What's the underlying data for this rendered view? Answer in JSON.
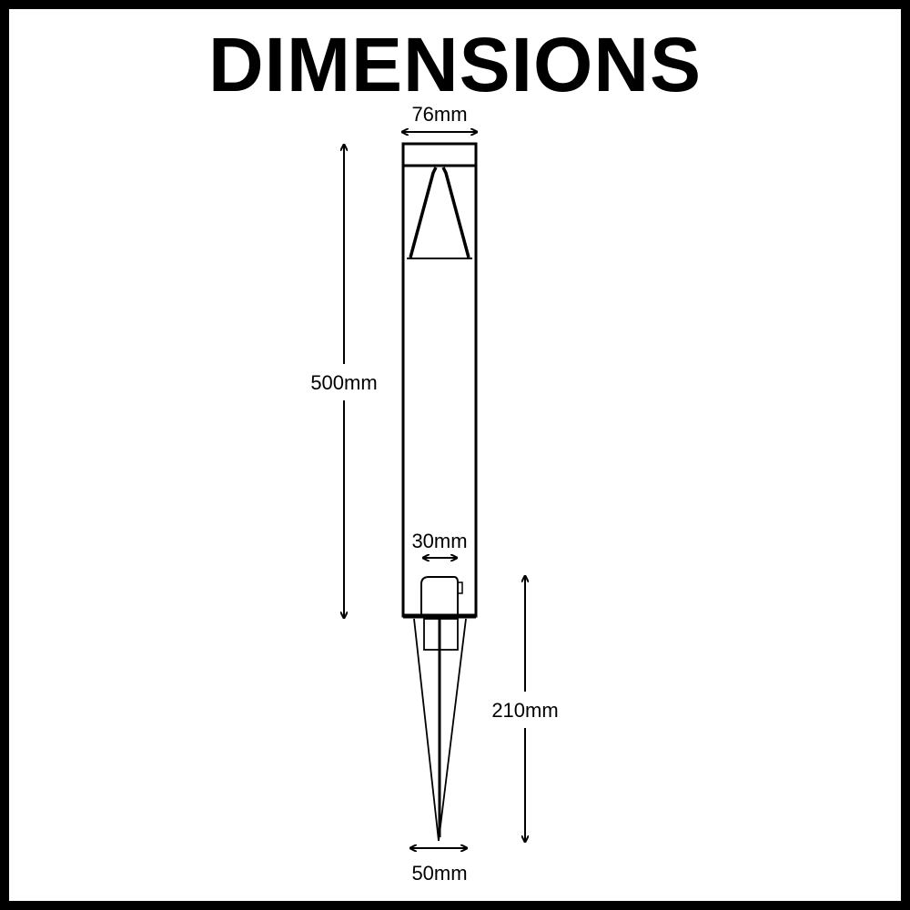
{
  "title": "DIMENSIONS",
  "dimensions": {
    "top_width": "76mm",
    "body_height": "500mm",
    "connector_width": "30mm",
    "spike_height": "210mm",
    "spike_width": "50mm"
  }
}
